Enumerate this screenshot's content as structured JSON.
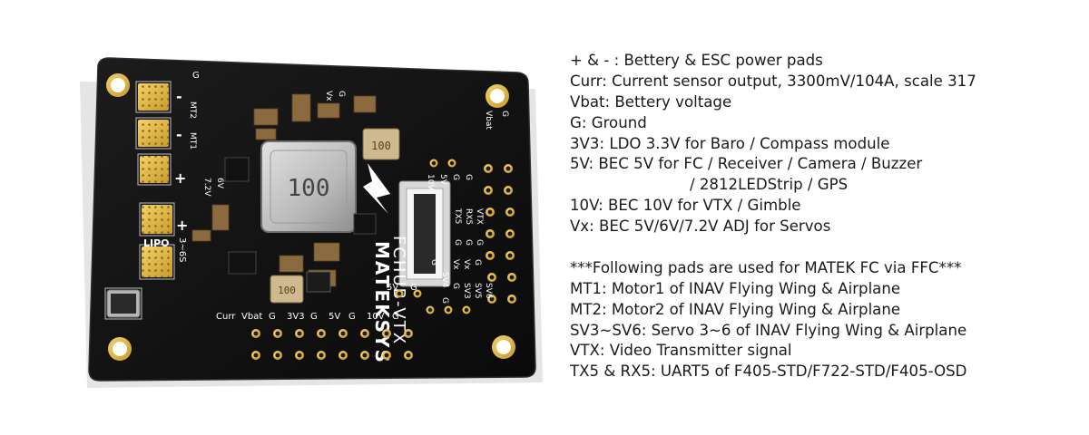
{
  "photo": {
    "board_name": "MATEKSYS",
    "board_model": "FCHUB-VTX",
    "inductor_marking": "100",
    "small_inductor_marking": "100",
    "tiny_inductor_marking": "100",
    "pad_labels": {
      "mt2": "MT2",
      "mt1": "MT1",
      "g_top": "G",
      "plus1": "+",
      "plus2": "+",
      "minus1": "-",
      "minus2": "-",
      "lipo": "LIPO",
      "s_range": "3~6S",
      "v72": "7.2V",
      "v6": "6V",
      "vx_top": "Vx",
      "g_vx_top": "G",
      "vbat_right": "Vbat",
      "g_right": "G",
      "v10": "10V",
      "v5": "5V",
      "g_10": "G",
      "g_5": "G",
      "tx5": "TX5",
      "rx5": "RX5",
      "vtx": "VTX",
      "g_tx": "G",
      "g_rx": "G",
      "g_vtx": "G",
      "vx_r1": "Vx",
      "vx_r2": "Vx",
      "sv4": "SV4",
      "sv3": "SV3",
      "sv5": "SV5",
      "sv6": "SV6",
      "g_s1": "G",
      "g_s2": "G",
      "g_s3": "G",
      "g_s4": "G",
      "v5_mid": "5V",
      "g_mid": "G",
      "curr": "Curr",
      "vbat": "Vbat",
      "g_b1": "G",
      "v3v3": "3V3",
      "g_b2": "G",
      "v5_b": "5V",
      "g_b3": "G",
      "v10_b": "10V",
      "g_b4": "G"
    }
  },
  "specs": {
    "lines": [
      "+ & - : Bettery & ESC power pads",
      "Curr: Current sensor output, 3300mV/104A, scale 317",
      "Vbat: Bettery voltage",
      "G: Ground",
      "3V3: LDO 3.3V for Baro / Compass module",
      "5V: BEC 5V for FC / Receiver / Camera / Buzzer",
      "/ 2812LEDStrip / GPS",
      "10V: BEC 10V for VTX / Gimble",
      "Vx: BEC 5V/6V/7.2V ADJ for Servos"
    ],
    "ffc_lines": [
      "***Following pads are used for MATEK FC via FFC***",
      "MT1: Motor1 of INAV Flying Wing & Airplane",
      "MT2: Motor2 of INAV Flying Wing & Airplane",
      "SV3~SV6: Servo 3~6 of INAV Flying Wing & Airplane",
      "VTX: Video Transmitter signal",
      "TX5 & RX5: UART5 of F405-STD/F722-STD/F405-OSD"
    ]
  }
}
